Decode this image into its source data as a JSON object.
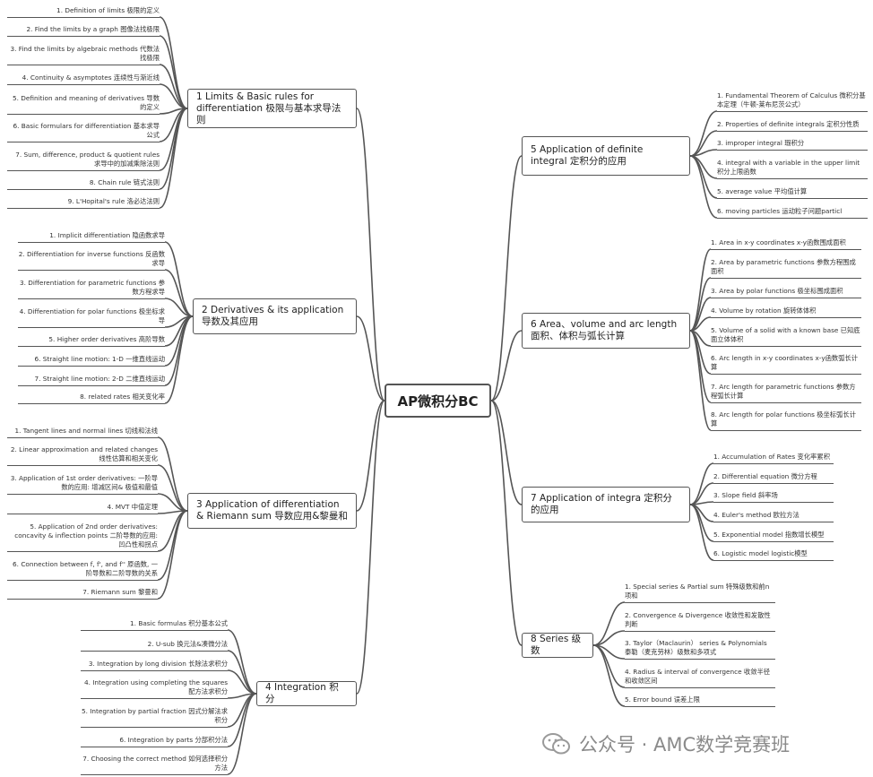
{
  "root": {
    "label": "AP微积分BC"
  },
  "branches": [
    {
      "id": "b1",
      "label": "1 Limits & Basic rules for differentiation 极限与基本求导法则",
      "leaves": [
        "1. Definition of limits 极限的定义",
        "2. Find the limits by a graph 图像法找极限",
        "3. Find the limits by algebraic methods 代数法找极限",
        "4. Continuity & asymptotes 连续性与渐近线",
        "5. Definition and meaning of derivatives 导数的定义",
        "6. Basic formulars for differentiation 基本求导公式",
        "7. Sum, difference, product & quotient rules 求导中的加减乘除法则",
        "8. Chain rule 链式法则",
        "9. L'Hopital's rule 洛必达法则"
      ]
    },
    {
      "id": "b2",
      "label": "2 Derivatives & its application 导数及其应用",
      "leaves": [
        "1. Implicit differentiation 隐函数求导",
        "2. Differentiation for inverse functions 反函数求导",
        "3. Differentiation for parametric functions 参数方程求导",
        "4. Differentiation for polar functions 极坐标求导",
        "5. Higher order derivatives 高阶导数",
        "6. Straight line motion: 1-D 一维直线运动",
        "7. Straight line motion: 2-D 二维直线运动",
        "8. related rates 相关变化率"
      ]
    },
    {
      "id": "b3",
      "label": "3 Application of differentiation & Riemann sum 导数应用&黎曼和",
      "leaves": [
        "1. Tangent lines and normal lines 切线和法线",
        "2. Linear approximation and related changes 线性估算和相关变化",
        "3. Application of 1st order derivatives:   一阶导数的应用: 增减区间& 极值和最值",
        "4. MVT 中值定理",
        "5. Application of 2nd order derivatives: concavity & inflection points 二阶导数的应用: 凹凸性和拐点",
        "6. Connection between f, f', and f'' 原函数, 一阶导数和二阶导数的关系",
        "7. Riemann sum 黎曼和"
      ]
    },
    {
      "id": "b4",
      "label": "4 Integration 积分",
      "leaves": [
        "1. Basic formulas 积分基本公式",
        "2. U-sub 换元法&凑微分法",
        "3. Integration by long division 长除法求积分",
        "4. Integration using completing the squares 配方法求积分",
        "5. Integration by partial fraction 因式分解法求积分",
        "6. Integration by parts 分部积分法",
        "7. Choosing the correct method 如何选择积分方法"
      ]
    },
    {
      "id": "b5",
      "label": "5 Application of definite integral 定积分的应用",
      "leaves": [
        "1. Fundamental Theorem of Calculus 微积分基本定理（牛顿-莱布尼茨公式）",
        "2. Properties of definite integrals 定积分性质",
        "3. improper integral 瑕积分",
        "4. integral with a variable in the upper limit 积分上限函数",
        "5. average value 平均值计算",
        "6. moving particles 运动粒子问题particl"
      ]
    },
    {
      "id": "b6",
      "label": "6 Area、volume and arc length 面积、体积与弧长计算",
      "leaves": [
        "1. Area in x-y coordinates x-y函数围成面积",
        "2. Area by parametric functions 参数方程围成面积",
        "3. Area by polar functions 极坐标围成面积",
        "4. Volume by rotation 旋转体体积",
        "5. Volume of a solid with a known base 已知底面立体体积",
        "6. Arc length in x-y coordinates  x-y函数弧长计算",
        "7. Arc length for parametric functions 参数方程弧长计算",
        "8. Arc length for polar functions 极坐标弧长计算"
      ]
    },
    {
      "id": "b7",
      "label": "7 Application of integra 定积分的应用",
      "leaves": [
        "1. Accumulation of Rates 变化率累积",
        "2. Differential equation 微分方程",
        "3. Slope field 斜率场",
        "4. Euler's method 欧拉方法",
        "5. Exponential model 指数增长模型",
        "6. Logistic model logistic模型"
      ]
    },
    {
      "id": "b8",
      "label": "8 Series 级数",
      "leaves": [
        "1. Special series & Partial sum 特殊级数和前n项和",
        "2. Convergence & Divergence 收敛性和发散性判断",
        "3. Taylor（Maclaurin） series & Polynomials 泰勒（麦克劳林）级数和多项式",
        "4. Radius & interval of convergence 收敛半径和收敛区间",
        "5. Error bound 误差上限"
      ]
    }
  ],
  "watermark": {
    "text": "公众号 · AMC数学竞赛班",
    "icon": "wechat-icon"
  },
  "colors": {
    "line": "#555555",
    "text": "#333333",
    "watermark": "#8a8a8a"
  }
}
